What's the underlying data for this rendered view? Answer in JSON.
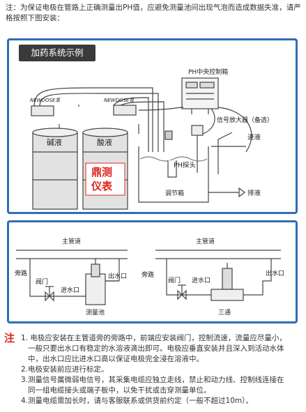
{
  "top_note": "注：为保证电极在管路上正确测量出PH值，应避免测量池间出现气泡而造成数据失准，请严格按照下图安装：",
  "panel1": {
    "title": "加药系统示例",
    "labels": {
      "ph_box": "PH中央控制箱",
      "newdose1": "NEWDOSE泵",
      "newdose2": "NEWDOSE泵",
      "alkali": "碱液",
      "acid": "酸液",
      "stamp1": "鼎测",
      "stamp2": "仪表",
      "amplifier": "信号放大器（备选）",
      "inlet": "进液",
      "probe": "PH探头",
      "tank": "调节箱",
      "outlet": "排液"
    },
    "stamp_color": "#e0241f"
  },
  "panel2": {
    "left": {
      "main_pipe": "主管道",
      "bypass": "旁路",
      "valve": "阀门",
      "inlet": "进水口",
      "outlet": "出水口",
      "cell": "测量池"
    },
    "right": {
      "main_pipe": "主管道",
      "bypass": "旁路",
      "valve": "阀门",
      "inlet": "进水口",
      "outlet": "出水口",
      "tee": "三通"
    }
  },
  "notes": {
    "mark": "注",
    "lines": [
      "1. 电极应安装在主管道旁的旁路中，前端应安装阀门，控制流速，流量应尽量小，",
      "一般只要出水口有稳定的水溶液滴出即可。电极应垂直安装并且深入到活动水体",
      "中，出水口应比进水口高以保证电极完全浸在溶液中。",
      "2.电极安装前应进行标定。",
      "3.测量信号属微弱电信号，其采集电缆应独立走线，禁止和动力线、控制线连接在",
      "同一组电缆接头或端子板中，以免干扰或击穿测量单位。",
      "4.测量电缆需加长时，请与客服联系或供货前约定（一般不超过10m）。"
    ]
  },
  "colors": {
    "frame": "#2f6db4",
    "title_bar": "#3a3a3a",
    "accent_red": "#e0241f"
  }
}
